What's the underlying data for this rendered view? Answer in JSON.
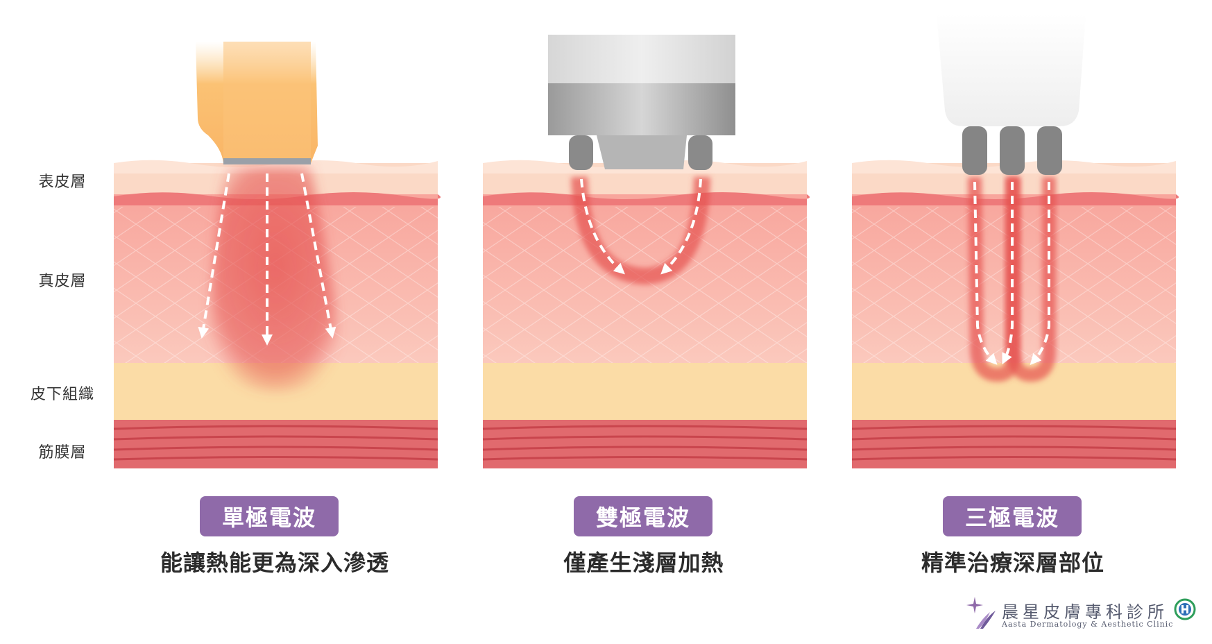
{
  "layers": [
    "表皮層",
    "真皮層",
    "皮下組織",
    "筋膜層"
  ],
  "panels": [
    {
      "title": "單極電波",
      "description": "能讓熱能更為深入滲透"
    },
    {
      "title": "雙極電波",
      "description": "僅產生淺層加熱"
    },
    {
      "title": "三極電波",
      "description": "精準治療深層部位"
    }
  ],
  "logo": {
    "chinese": "晨星皮膚專科診所",
    "english": "Aasta Dermatology & Aesthetic Clinic"
  },
  "colors": {
    "accent_purple": "#8f6aa9",
    "epidermis": "#fbd9c6",
    "dermis": "#f6a8a0",
    "subcutaneous": "#fbdca6",
    "fascia": "#e16a6e"
  }
}
